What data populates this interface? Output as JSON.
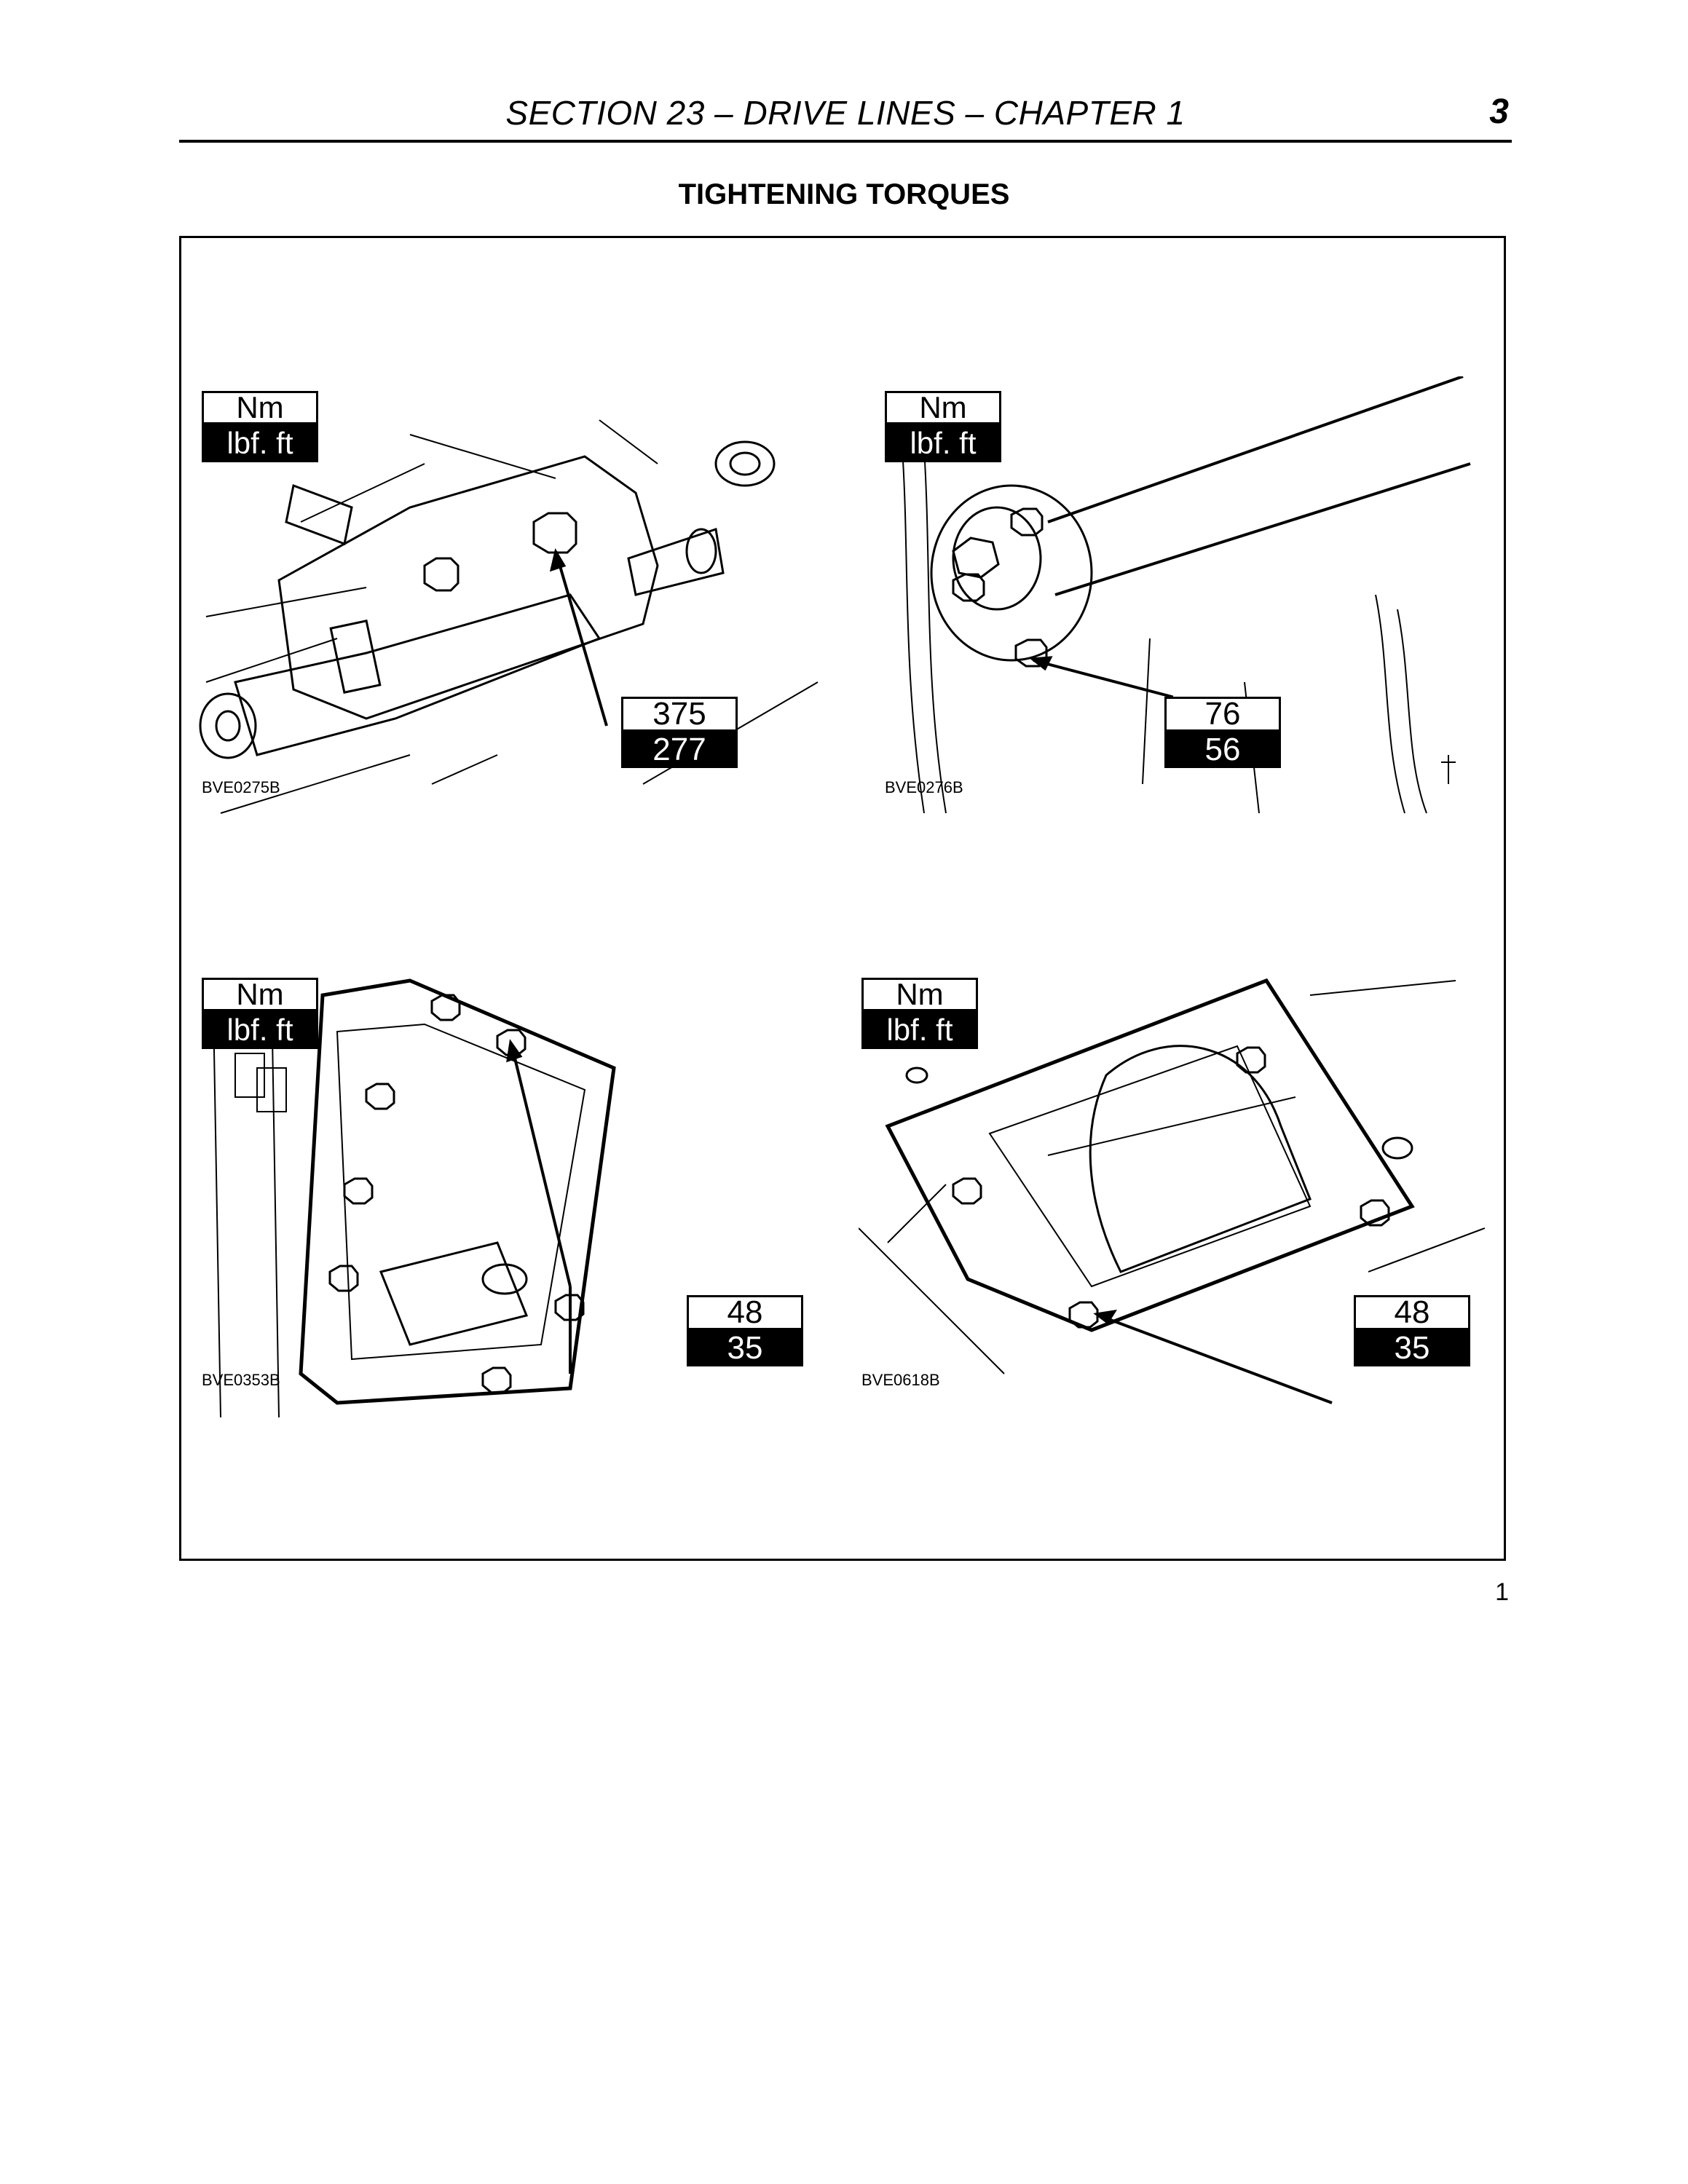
{
  "header": {
    "title": "SECTION 23 – DRIVE LINES – CHAPTER 1",
    "page_number": "3"
  },
  "heading": "TIGHTENING TORQUES",
  "panels": [
    {
      "ref": "BVE0275B",
      "unit_top": "Nm",
      "unit_bottom": "lbf. ft",
      "value_nm": "375",
      "value_lbf": "277"
    },
    {
      "ref": "BVE0276B",
      "unit_top": "Nm",
      "unit_bottom": "lbf. ft",
      "value_nm": "76",
      "value_lbf": "56"
    },
    {
      "ref": "BVE0353B",
      "unit_top": "Nm",
      "unit_bottom": "lbf. ft",
      "value_nm": "48",
      "value_lbf": "35"
    },
    {
      "ref": "BVE0618B",
      "unit_top": "Nm",
      "unit_bottom": "lbf. ft",
      "value_nm": "48",
      "value_lbf": "35"
    }
  ],
  "figure_number": "1"
}
